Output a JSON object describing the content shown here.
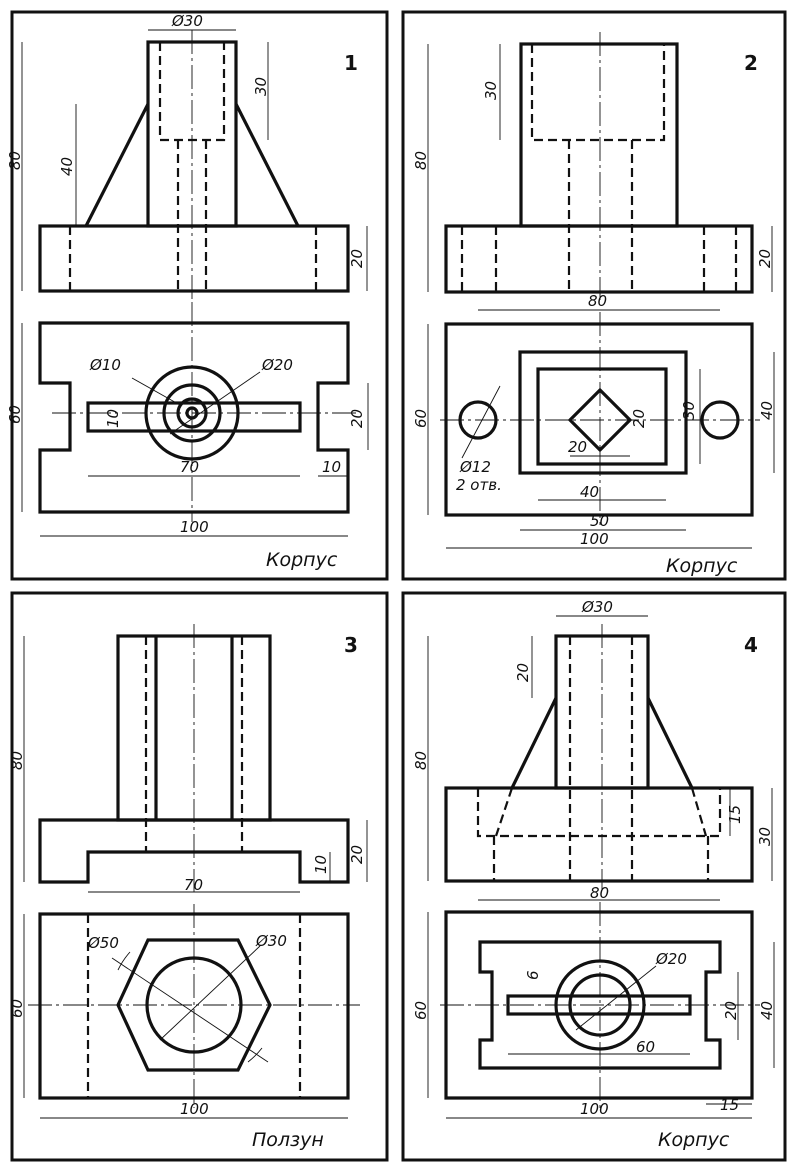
{
  "panels": [
    {
      "number": "1",
      "title": "Корпус",
      "dims": {
        "d_top": "Ø30",
        "h30": "30",
        "h80": "80",
        "h40": "40",
        "h20": "20",
        "d10": "Ø10",
        "d20": "Ø20",
        "w60": "60",
        "slot10": "10",
        "slot20": "20",
        "w70": "70",
        "w10": "10",
        "w100": "100"
      }
    },
    {
      "number": "2",
      "title": "Корпус",
      "dims": {
        "h30": "30",
        "h80": "80",
        "h20": "20",
        "w80": "80",
        "w60": "60",
        "d12": "Ø12",
        "holes": "2 отв.",
        "sq20v": "20",
        "sq20h": "20",
        "h30b": "30",
        "h40": "40",
        "w40": "40",
        "w50": "50",
        "w100": "100"
      }
    },
    {
      "number": "3",
      "title": "Ползун",
      "dims": {
        "h80": "80",
        "h20": "20",
        "h10": "10",
        "w70": "70",
        "d50": "Ø50",
        "d30": "Ø30",
        "w60": "60",
        "w100": "100"
      }
    },
    {
      "number": "4",
      "title": "Корпус",
      "dims": {
        "d_top": "Ø30",
        "h20": "20",
        "h80": "80",
        "h15": "15",
        "h30": "30",
        "w80": "80",
        "d20": "Ø20",
        "w6": "6",
        "w60": "60",
        "h20b": "20",
        "h40": "40",
        "w60b": "60",
        "w100": "100",
        "w15": "15"
      }
    }
  ]
}
